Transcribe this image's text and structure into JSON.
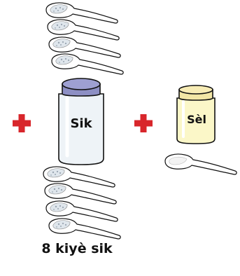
{
  "jar_sugar": {
    "label": "Sik"
  },
  "jar_salt": {
    "label": "Sèl"
  },
  "caption": "8 kiyè sik",
  "sugar_spoons_above": 4,
  "sugar_spoons_below": 4,
  "salt_spoons": 1,
  "colors": {
    "plus": "#d8262b",
    "sugar_lid": "#8d8fc4",
    "sugar_jar": "#eef3f7",
    "salt_lid": "#f2e6a6",
    "salt_jar": "#fbf7c8",
    "outline": "#111111",
    "spoon": "#ffffff"
  },
  "icons": [
    "spoon-icon",
    "plus-icon",
    "sugar-jar-icon",
    "salt-jar-icon"
  ]
}
